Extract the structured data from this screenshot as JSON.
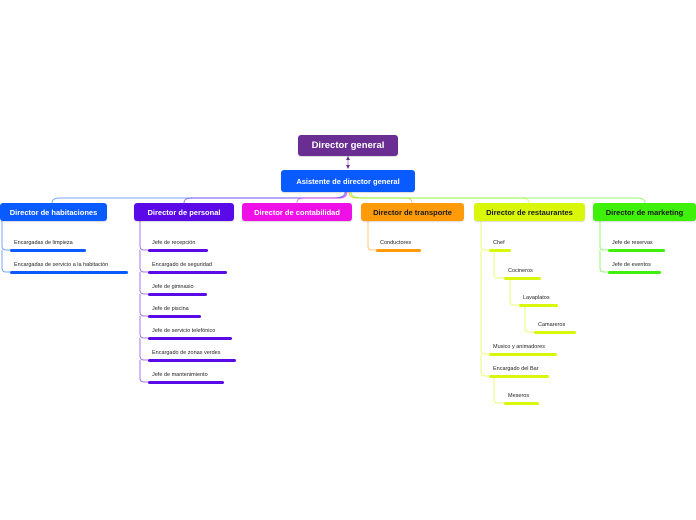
{
  "root": {
    "label": "Director general",
    "color": "#6a2e92"
  },
  "assistant": {
    "label": "Asistente de director general",
    "color": "#0a5bff"
  },
  "directors": [
    {
      "id": "habitaciones",
      "label": "Director de habitaciones",
      "color": "#0a5bff",
      "text_color": "#ffffff",
      "children": [
        {
          "label": "Encargadas de limpieza"
        },
        {
          "label": "Encargadas de servicio a la habitación"
        }
      ]
    },
    {
      "id": "personal",
      "label": "Director de personal",
      "color": "#5a0ae6",
      "text_color": "#ffffff",
      "children": [
        {
          "label": "Jefe de recepción"
        },
        {
          "label": "Encargado de seguridad"
        },
        {
          "label": "Jefe de gimnasio"
        },
        {
          "label": "Jefe de piscina"
        },
        {
          "label": "Jefe de servicio telefónico"
        },
        {
          "label": "Encargado de zonas verdes"
        },
        {
          "label": "Jefe de mantenimiento"
        }
      ]
    },
    {
      "id": "contabilidad",
      "label": "Director de contabilidad",
      "color": "#ee10e6",
      "text_color": "#ffffff",
      "children": []
    },
    {
      "id": "transporte",
      "label": "Director de transporte",
      "color": "#ff9a0a",
      "text_color": "#1a1a1a",
      "children": [
        {
          "label": "Conductores"
        }
      ]
    },
    {
      "id": "restaurantes",
      "label": "Director de restaurantes",
      "color": "#d8f70a",
      "text_color": "#1a1a1a",
      "children": [
        {
          "label": "Chef",
          "children": [
            {
              "label": "Cocineros",
              "children": [
                {
                  "label": "Lavaplatos",
                  "children": [
                    {
                      "label": "Camareros"
                    }
                  ]
                }
              ]
            }
          ]
        },
        {
          "label": "Musico y animadores"
        },
        {
          "label": "Encargado del Bar",
          "children": [
            {
              "label": "Meseros"
            }
          ]
        }
      ]
    },
    {
      "id": "marketing",
      "label": "Director de marketing",
      "color": "#3ef00a",
      "text_color": "#1a1a1a",
      "children": [
        {
          "label": "Jefe de reservas"
        },
        {
          "label": "Jefe de eventos"
        }
      ]
    }
  ]
}
